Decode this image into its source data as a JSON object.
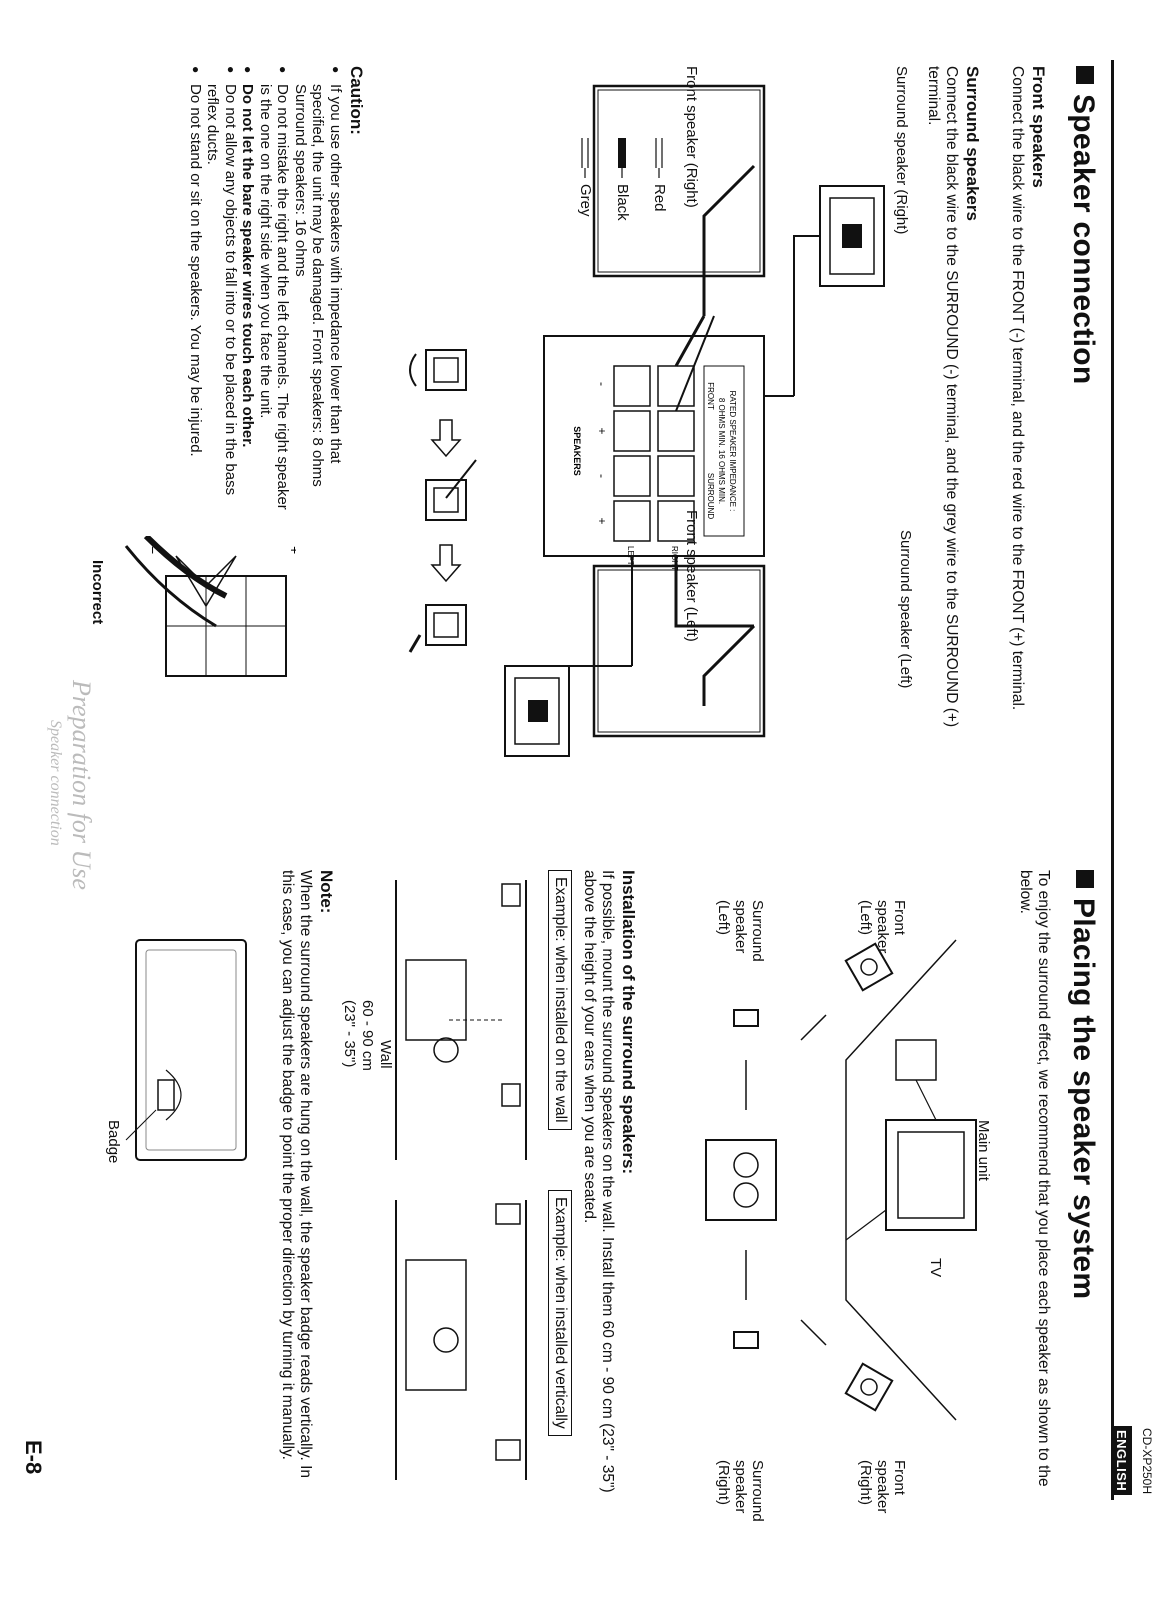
{
  "header": {
    "model": "CD-XP250H",
    "language_badge": "ENGLISH",
    "page_number": "E-8",
    "watermark_line1": "Preparation for Use",
    "watermark_line2": "Speaker connection"
  },
  "speaker_connection": {
    "title": "Speaker connection",
    "front_heading": "Front speakers",
    "front_text": "Connect the black wire to the FRONT (-) terminal, and the red wire to the FRONT (+) terminal.",
    "surround_heading": "Surround speakers",
    "surround_text": "Connect the black wire to the SURROUND (-) terminal, and the grey wire to the SURROUND (+) terminal.",
    "diagram_labels": {
      "surround_right": "Surround speaker (Right)",
      "surround_left": "Surround speaker (Left)",
      "front_right": "Front speaker (Right)",
      "front_left": "Front speaker (Left)",
      "wire_red": "Red",
      "wire_black": "Black",
      "wire_grey": "Grey",
      "panel_line1": "RATED SPEAKER IMPEDANCE :",
      "panel_line2": "8 OHMS MIN.     16 OHMS MIN.",
      "panel_front": "FRONT",
      "panel_surround": "SURROUND",
      "panel_right": "RIGHT",
      "panel_left": "LEFT",
      "panel_speakers": "SPEAKERS",
      "panel_minus": "-",
      "panel_plus": "+",
      "incorrect": "Incorrect",
      "plus": "+",
      "minus": "−"
    },
    "caution_heading": "Caution:",
    "caution_items": [
      "If you use other speakers with impedance lower than that specified, the unit may be damaged. Front speakers: 8 ohms Surround speakers: 16 ohms",
      "Do not mistake the right and the left channels. The right speaker is the one on the right side when you face the unit.",
      "Do not let the bare speaker wires touch each other.",
      "Do not allow any objects to fall into or to be placed in the bass reflex ducts.",
      "Do not stand or sit on the speakers. You may be injured."
    ]
  },
  "placing": {
    "title": "Placing the speaker system",
    "intro": "To enjoy the surround effect, we recommend that you place each speaker as shown to the below.",
    "diagram_labels": {
      "main_unit": "Main unit",
      "tv": "TV",
      "front_left": "Front speaker (Left)",
      "front_right": "Front speaker (Right)",
      "surround_left": "Surround speaker (Left)",
      "surround_right": "Surround speaker (Right)"
    },
    "install_heading": "Installation of the surround speakers:",
    "install_text": "If possible, mount the surround speakers on the wall. Install them 60 cm - 90 cm (23\" - 35\") above the height of your ears when you are seated.",
    "example_wall": "Example: when installed on the wall",
    "example_vertical": "Example: when installed vertically",
    "wall_label": "Wall",
    "height_label_1": "60 - 90 cm",
    "height_label_2": "(23\" - 35\")",
    "note_heading": "Note:",
    "note_text": "When the surround speakers are hung on the wall, the speaker badge reads vertically. In this case, you can adjust the badge to point the proper direction by turning it manually.",
    "badge_label": "Badge"
  }
}
